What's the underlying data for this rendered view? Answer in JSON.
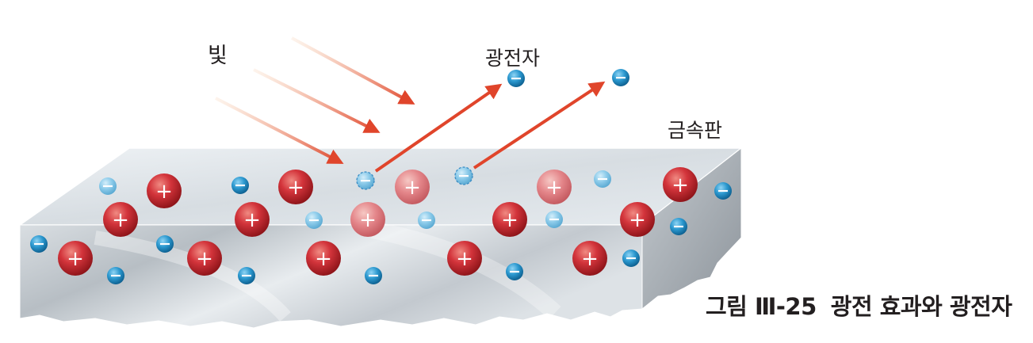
{
  "labels": {
    "light": "빛",
    "photoelectron": "광전자",
    "metal_plate": "금속판"
  },
  "caption": {
    "figure_number": "그림 Ⅲ-25",
    "title": "광전 효과와 광전자"
  },
  "colors": {
    "arrow": "#e0452b",
    "proton_red": "#c8262e",
    "electron_blue": "#1e8cc4",
    "metal_top": "#dfe5ea",
    "metal_front": "#cfd5da",
    "metal_side": "#a8afb6"
  },
  "symbols": {
    "plus": "+",
    "minus": "−"
  }
}
